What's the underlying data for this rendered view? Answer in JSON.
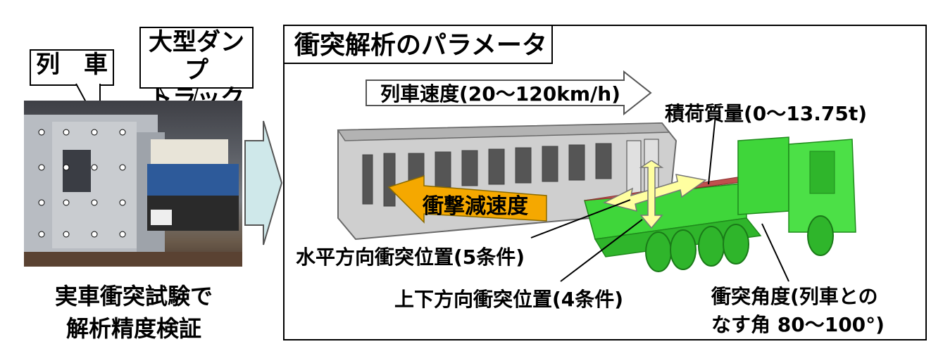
{
  "labels": {
    "train": "列　車",
    "dump_truck_line1": "大型ダンプ",
    "dump_truck_line2": "トラック",
    "caption_line1": "実車衝突試験で",
    "caption_line2": "解析精度検証",
    "panel_title": "衝突解析のパラメータ",
    "train_speed": "列車速度(20～120km/h)",
    "load_mass": "積荷質量(0～13.75t)",
    "impact_deceleration": "衝撃減速度",
    "horizontal_position": "水平方向衝突位置(5条件)",
    "vertical_position": "上下方向衝突位置(4条件)",
    "collision_angle_line1": "衝突角度(列車との",
    "collision_angle_line2": "なす角 80～100°)"
  },
  "colors": {
    "arrow_cyan": "#cfe8ea",
    "truck_green": "#3fd63a",
    "cargo_red": "#c0504d",
    "decel_orange": "#f5a800",
    "bidir_yellow": "#ffffa0"
  },
  "icons": {
    "train_model": "train-wireframe-model",
    "truck_model": "dump-truck-model"
  }
}
